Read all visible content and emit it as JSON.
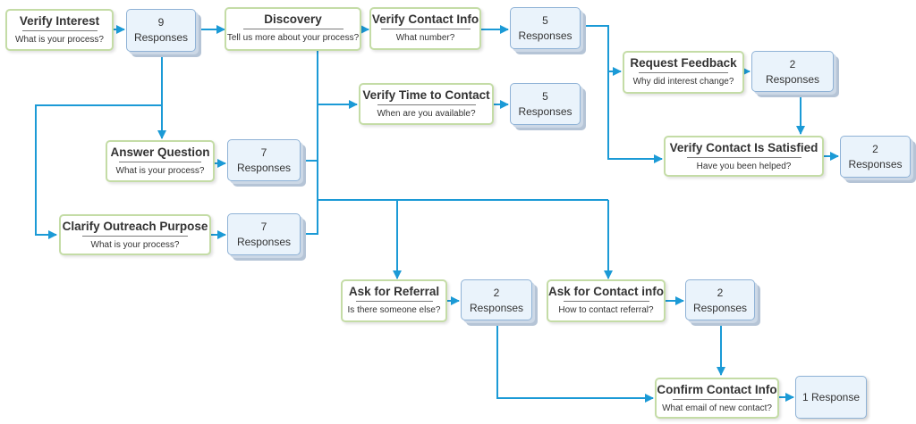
{
  "diagram": {
    "questions": {
      "verify_interest": {
        "title": "Verify Interest",
        "subtitle": "What is your process?"
      },
      "discovery": {
        "title": "Discovery",
        "subtitle": "Tell us more about your process?"
      },
      "verify_contact_info": {
        "title": "Verify Contact Info",
        "subtitle": "What number?"
      },
      "request_feedback": {
        "title": "Request Feedback",
        "subtitle": "Why did interest change?"
      },
      "verify_time_to_contact": {
        "title": "Verify Time to Contact",
        "subtitle": "When are you available?"
      },
      "answer_question": {
        "title": "Answer Question",
        "subtitle": "What is your process?"
      },
      "verify_contact_satisfied": {
        "title": "Verify Contact Is Satisfied",
        "subtitle": "Have you been helped?"
      },
      "clarify_outreach_purpose": {
        "title": "Clarify Outreach Purpose",
        "subtitle": "What is your process?"
      },
      "ask_for_referral": {
        "title": "Ask for Referral",
        "subtitle": "Is there someone else?"
      },
      "ask_for_contact_info": {
        "title": "Ask for Contact info",
        "subtitle": "How to contact referral?"
      },
      "confirm_contact_info": {
        "title": "Confirm Contact Info",
        "subtitle": "What email of new contact?"
      }
    },
    "responses": {
      "verify_interest": {
        "count": "9",
        "label": "Responses"
      },
      "verify_contact_info": {
        "count": "5",
        "label": "Responses"
      },
      "request_feedback": {
        "count": "2",
        "label": "Responses"
      },
      "verify_time_to_contact": {
        "count": "5",
        "label": "Responses"
      },
      "answer_question": {
        "count": "7",
        "label": "Responses"
      },
      "verify_contact_satisfied": {
        "count": "2",
        "label": "Responses"
      },
      "clarify_outreach_purpose": {
        "count": "7",
        "label": "Responses"
      },
      "ask_for_referral": {
        "count": "2",
        "label": "Responses"
      },
      "ask_for_contact_info": {
        "count": "2",
        "label": "Responses"
      },
      "confirm_contact_info": {
        "label": "1 Response"
      }
    },
    "colors": {
      "connector": "#1b9ad6",
      "question_border": "#c4dca6",
      "response_fill": "#eaf3fb",
      "response_border": "#8fb2d6"
    }
  }
}
